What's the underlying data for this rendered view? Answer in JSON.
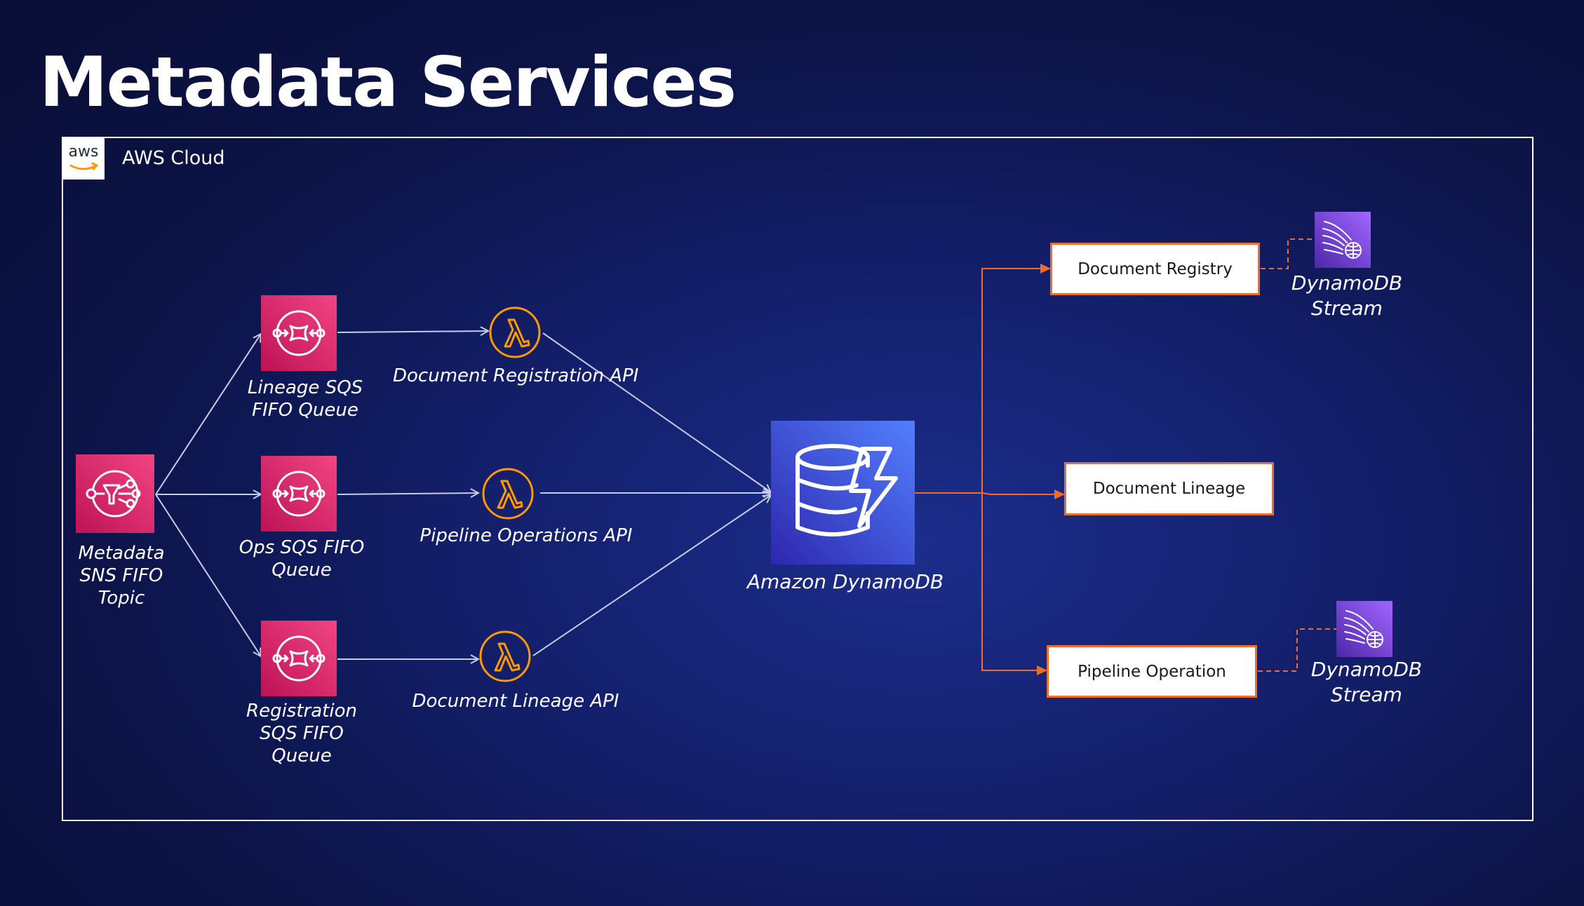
{
  "page": {
    "title": "Metadata Services"
  },
  "cloud": {
    "logo_text": "aws",
    "label": "AWS Cloud"
  },
  "sns": {
    "label_lines": [
      "Metadata",
      "SNS FIFO",
      "Topic"
    ]
  },
  "queues": [
    {
      "label_lines": [
        "Lineage SQS",
        "FIFO Queue"
      ]
    },
    {
      "label_lines": [
        "Ops SQS FIFO",
        "Queue"
      ]
    },
    {
      "label_lines": [
        "Registration",
        "SQS FIFO",
        "Queue"
      ]
    }
  ],
  "lambdas": [
    {
      "label": "Document Registration API"
    },
    {
      "label": "Pipeline Operations API"
    },
    {
      "label": "Document Lineage API"
    }
  ],
  "dynamodb": {
    "label": "Amazon DynamoDB"
  },
  "tables": [
    {
      "label": "Document Registry"
    },
    {
      "label": "Document Lineage"
    },
    {
      "label": "Pipeline Operation"
    }
  ],
  "streams": [
    {
      "label_lines": [
        "DynamoDB",
        "Stream"
      ]
    },
    {
      "label_lines": [
        "DynamoDB",
        "Stream"
      ]
    }
  ],
  "colors": {
    "sqs_sns": "#e7157b",
    "lambda": "#ff9900",
    "dynamodb": "#4d72f3",
    "stream": "#7b3fe4",
    "connector": "#ef6c2a"
  }
}
